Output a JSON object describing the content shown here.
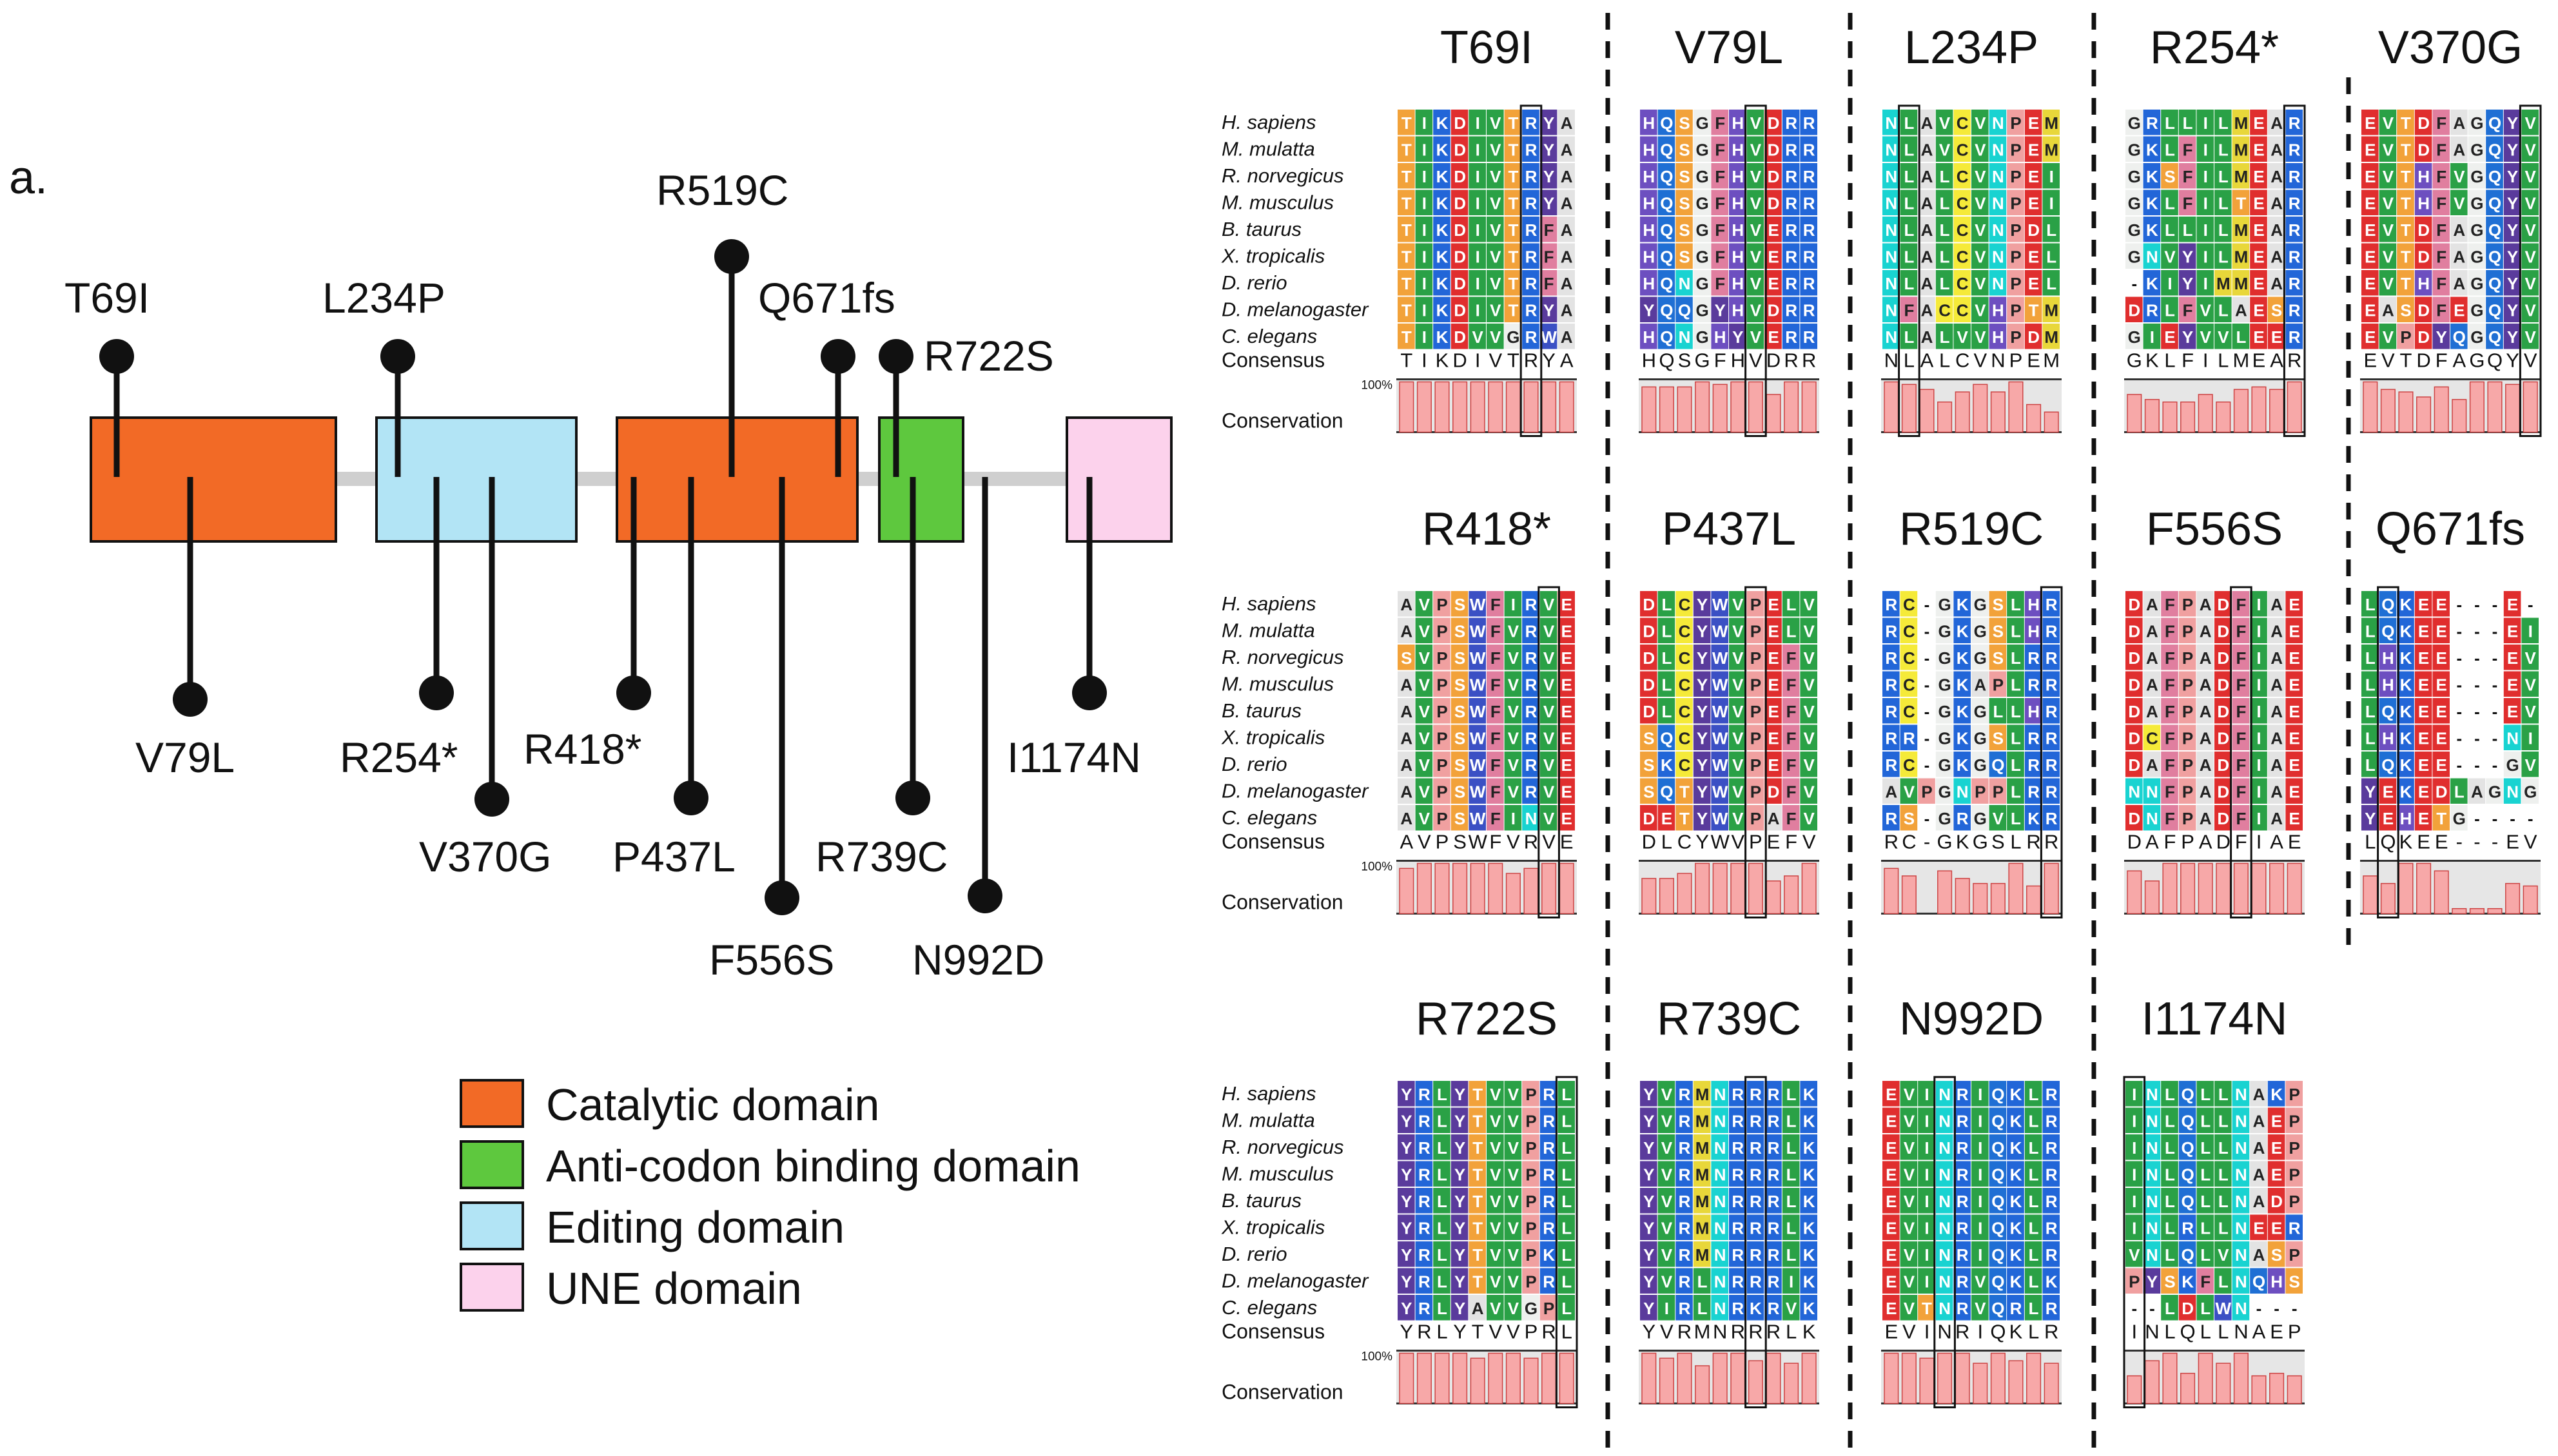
{
  "panel_label": "a.",
  "domains": [
    {
      "name": "Catalytic domain",
      "color": "#f26a26"
    },
    {
      "name": "Anti-codon binding domain",
      "color": "#5ec83e"
    },
    {
      "name": "Editing domain",
      "color": "#b2e4f5"
    },
    {
      "name": "UNE domain",
      "color": "#fcd2ec"
    }
  ],
  "mutations": {
    "T69I": "T69I",
    "V79L": "V79L",
    "L234P": "L234P",
    "R254": "R254*",
    "V370G": "V370G",
    "R418": "R418*",
    "P437L": "P437L",
    "R519C": "R519C",
    "F556S": "F556S",
    "Q671fs": "Q671fs",
    "R722S": "R722S",
    "R739C": "R739C",
    "N992D": "N992D",
    "I1174N": "I1174N"
  },
  "species": [
    "H. sapiens",
    "M. mulatta",
    "R. norvegicus",
    "M. musculus",
    "B. taurus",
    "X. tropicalis",
    "D. rerio",
    "D. melanogaster",
    "C. elegans"
  ],
  "row_labels": {
    "consensus": "Consensus",
    "conservation": "Conservation",
    "percent": "100%"
  },
  "alignments": [
    {
      "title": "T69I",
      "box": 7,
      "seqs": [
        "TIKDIVTRYA",
        "TIKDIVTRYA",
        "TIKDIVTRYA",
        "TIKDIVTRYA",
        "TIKDIVTRFA",
        "TIKDIVTRFA",
        "TIKDIVTRFA",
        "TIKDIVTRYA",
        "TIKDVVGRWA"
      ],
      "consensus": "TIKDIVTRYA",
      "conservation": [
        100,
        100,
        100,
        100,
        100,
        100,
        100,
        100,
        100,
        100
      ]
    },
    {
      "title": "V79L",
      "box": 6,
      "seqs": [
        "HQSGFHVDRR",
        "HQSGFHVDRR",
        "HQSGFHVDRR",
        "HQSGFHVDRR",
        "HQSGFHVERR",
        "HQSGFHVERR",
        "HQNGFHVERR",
        "YQQGYHVDRR",
        "HQNGHYVERR"
      ],
      "consensus": "HQSGFHVDRR",
      "conservation": [
        90,
        90,
        90,
        100,
        95,
        100,
        100,
        75,
        100,
        100
      ]
    },
    {
      "title": "L234P",
      "box": 1,
      "seqs": [
        "NLAVCVNPEM",
        "NLAVCVNPEM",
        "NLALCVNPEI",
        "NLALCVNPEI",
        "NLALCVNPDL",
        "NLALCVNPEL",
        "NLALCVNPEL",
        "NFACCVHPTM",
        "NLALVVHPDM"
      ],
      "consensus": "NLALCVNPEM",
      "conservation": [
        100,
        95,
        85,
        60,
        80,
        95,
        80,
        100,
        55,
        40
      ]
    },
    {
      "title": "R254*",
      "box": 9,
      "seqs": [
        "GRLLILMEAR",
        "GKLFILMEAR",
        "GKSFILMEAR",
        "GKLFILTEAR",
        "GKLLILMEAR",
        "GNVYILMEAR",
        "-KIYIMMEAR",
        "DRLFVLAESR",
        "GIEYVVLEER"
      ],
      "consensus": "GKLFILMEAR",
      "conservation": [
        75,
        65,
        60,
        60,
        75,
        60,
        85,
        90,
        85,
        100
      ]
    },
    {
      "title": "V370G",
      "box": 9,
      "seqs": [
        "EVTDFAGQYV",
        "EVTDFAGQYV",
        "EVTHFVGQYV",
        "EVTHFVGQYV",
        "EVTDFAGQYV",
        "EVTDFAGQYV",
        "EVTHFAGQYV",
        "EASDFEGQYV",
        "EVPDYQGQYV"
      ],
      "consensus": "EVTDFAGQYV",
      "conservation": [
        100,
        85,
        80,
        70,
        90,
        65,
        100,
        100,
        95,
        100
      ]
    },
    {
      "title": "R418*",
      "box": 8,
      "seqs": [
        "AVPSWFIRVE",
        "AVPSWFVRVE",
        "SVPSWFVRVE",
        "AVPSWFVRVE",
        "AVPSWFVRVE",
        "AVPSWFVRVE",
        "AVPSWFVRVE",
        "AVPSWFVRVE",
        "AVPSWFINVE"
      ],
      "consensus": "AVPSWFVRVE",
      "conservation": [
        90,
        100,
        100,
        100,
        100,
        100,
        80,
        90,
        100,
        100
      ]
    },
    {
      "title": "P437L",
      "box": 6,
      "seqs": [
        "DLCYWVPELV",
        "DLCYWVPELV",
        "DLCYWVPEFV",
        "DLCYWVPEFV",
        "DLCYWVPEFV",
        "SQCYWVPEFV",
        "SKCYWVPEFV",
        "SQTYWVPDFV",
        "DETYWVPAFV"
      ],
      "consensus": "DLCYWVPEFV",
      "conservation": [
        70,
        70,
        80,
        100,
        100,
        100,
        100,
        65,
        75,
        100
      ]
    },
    {
      "title": "R519C",
      "box": 9,
      "seqs": [
        "RC-GKGSLHR",
        "RC-GKGSLHR",
        "RC-GKGSLRR",
        "RC-GKAPLRR",
        "RC-GKGLLHR",
        "RR-GKGSLRR",
        "RC-GKGQLRR",
        "AVPGNPPLRR",
        "RS-GRGVLKR"
      ],
      "consensus": "RC-GKGSLRR",
      "conservation": [
        90,
        75,
        0,
        85,
        70,
        60,
        60,
        100,
        55,
        100
      ]
    },
    {
      "title": "F556S",
      "box": 6,
      "seqs": [
        "DAFPADFIAE",
        "DAFPADFIAE",
        "DAFPADFIAE",
        "DAFPADFIAE",
        "DAFPADFIAE",
        "DCFPADFIAE",
        "DAFPADFIAE",
        "NNFPADFIAE",
        "DNFPADFIAE"
      ],
      "consensus": "DAFPADFIAE",
      "conservation": [
        85,
        65,
        100,
        100,
        100,
        100,
        100,
        100,
        100,
        100
      ]
    },
    {
      "title": "Q671fs",
      "box": 1,
      "seqs": [
        "LQKEE---E-",
        "LQKEE---EI",
        "LHKEE---EV",
        "LHKEE---EV",
        "LQKEE---EV",
        "LHKEE---NI",
        "LQKEE---GV",
        "YEKEDLAGNG",
        "YEHETG----"
      ],
      "consensus": "LQKEE---EV",
      "conservation": [
        75,
        60,
        100,
        100,
        85,
        10,
        10,
        10,
        60,
        55
      ]
    },
    {
      "title": "R722S",
      "box": 9,
      "seqs": [
        "YRLYTVVPRL",
        "YRLYTVVPRL",
        "YRLYTVVPRL",
        "YRLYTVVPRL",
        "YRLYTVVPRL",
        "YRLYTVVPRL",
        "YRLYTVVPKL",
        "YRLYTVVPRL",
        "YRLYAVVGPL"
      ],
      "consensus": "YRLYTVVPRL",
      "conservation": [
        100,
        100,
        100,
        100,
        90,
        100,
        100,
        90,
        100,
        100
      ]
    },
    {
      "title": "R739C",
      "box": 6,
      "seqs": [
        "YVRMNRRRLK",
        "YVRMNRRRLK",
        "YVRMNRRRLK",
        "YVRMNRRRLK",
        "YVRMNRRRLK",
        "YVRMNRRRLK",
        "YVRMNRRRLK",
        "YVRLNRRRIK",
        "YIRLNRKRVK"
      ],
      "consensus": "YVRMNRRRLK",
      "conservation": [
        100,
        90,
        100,
        75,
        100,
        100,
        85,
        100,
        80,
        100
      ]
    },
    {
      "title": "N992D",
      "box": 3,
      "seqs": [
        "EVINRIQKLR",
        "EVINRIQKLR",
        "EVINRIQKLR",
        "EVINRIQKLR",
        "EVINRIQKLR",
        "EVINRIQKLR",
        "EVINRIQKLR",
        "EVINRVQKLK",
        "EVTNRVQRLR"
      ],
      "consensus": "EVINRIQKLR",
      "conservation": [
        100,
        100,
        90,
        100,
        100,
        80,
        100,
        85,
        100,
        80
      ]
    },
    {
      "title": "I1174N",
      "box": 0,
      "seqs": [
        "INLQLLNAKP",
        "INLQLLNAEP",
        "INLQLLNAEP",
        "INLQLLNAEP",
        "INLQLLNADP",
        "INLRLLNEER",
        "VNLQLVNASP",
        "PYSKFLNQHS",
        "--LDLWN---"
      ],
      "consensus": "INLQLLNAEP",
      "conservation": [
        55,
        85,
        100,
        60,
        100,
        80,
        100,
        55,
        60,
        55
      ]
    }
  ]
}
